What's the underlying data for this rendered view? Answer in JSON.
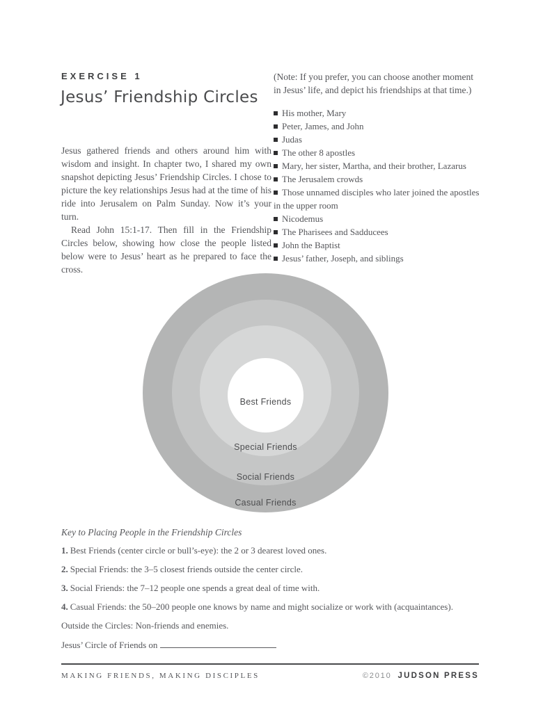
{
  "page": {
    "exercise_label": "EXERCISE 1",
    "title": "Jesus’ Friendship Circles",
    "intro_p1": "Jesus gathered friends and others around him with wisdom and insight. In chapter two, I shared my own snapshot depicting Jesus’ Friendship Circles. I chose to picture the key relationships Jesus had at the time of his ride into Jerusalem on Palm Sunday. Now it’s your turn.",
    "intro_p2": "Read John 15:1-17. Then fill in the Friendship Circles below, showing how close the people listed below were to Jesus’ heart as he prepared to face the cross.",
    "note": "(Note: If you prefer, you can choose another moment in Jesus’ life, and depict his friendships at that time.)",
    "people": [
      "His mother, Mary",
      "Peter, James, and John",
      "Judas",
      "The other 8 apostles",
      "Mary, her sister, Martha, and their brother, Lazarus",
      "The Jerusalem crowds",
      "Those unnamed disciples who later joined the apostles in the upper room",
      "Nicodemus",
      "The Pharisees and Sadducees",
      "John the Baptist",
      "Jesus’ father, Joseph, and siblings"
    ]
  },
  "diagram": {
    "rings": [
      {
        "label": "Casual Friends",
        "color": "#b4b5b5"
      },
      {
        "label": "Social Friends",
        "color": "#c5c6c6"
      },
      {
        "label": "Special Friends",
        "color": "#d6d7d7"
      },
      {
        "label": "Best Friends",
        "color": "#ffffff"
      }
    ]
  },
  "key": {
    "heading": "Key to Placing People in the Friendship Circles",
    "items": [
      {
        "num": "1.",
        "text": "Best Friends (center circle or bull’s-eye): the 2 or 3 dearest loved ones."
      },
      {
        "num": "2.",
        "text": "Special Friends: the 3–5 closest friends outside the center circle."
      },
      {
        "num": "3.",
        "text": "Social Friends: the 7–12 people one spends a great deal of time with."
      },
      {
        "num": "4.",
        "text": "Casual Friends: the 50–200 people one knows by name and might socialize or work with (acquaintances)."
      }
    ],
    "outside": "Outside the Circles: Non-friends and enemies.",
    "fill_in_label": "Jesus’ Circle of Friends on"
  },
  "footer": {
    "book_title": "MAKING FRIENDS, MAKING DISCIPLES",
    "copyright": "©2010",
    "publisher": "JUDSON PRESS"
  }
}
